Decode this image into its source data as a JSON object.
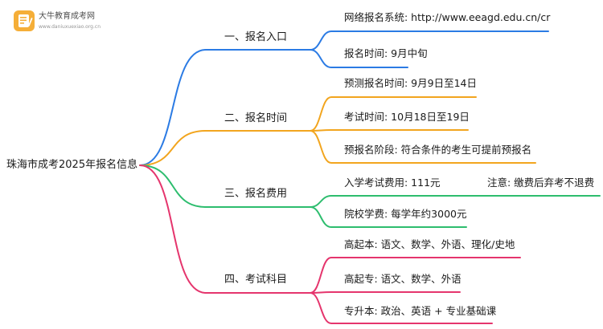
{
  "logo": {
    "name": "大牛教育成考网",
    "url": "www.daniuxuexiao.org.cn",
    "icon": "book-icon",
    "icon_color": "#F5A623"
  },
  "root": {
    "label": "珠海市成考2025年报名信息"
  },
  "branches": [
    {
      "label": "一、报名入口",
      "color": "#2B7BE4",
      "children": [
        {
          "label": "网络报名系统: http://www.eeagd.edu.cn/cr"
        },
        {
          "label": "报名时间: 9月中旬"
        }
      ]
    },
    {
      "label": "二、报名时间",
      "color": "#F2A51E",
      "children": [
        {
          "label": "预测报名时间: 9月9日至14日"
        },
        {
          "label": "考试时间: 10月18日至19日"
        },
        {
          "label": "预报名阶段: 符合条件的考生可提前预报名"
        }
      ]
    },
    {
      "label": "三、报名费用",
      "color": "#2DBD6E",
      "children": [
        {
          "label": "入学考试费用: 111元",
          "note": "注意: 缴费后弃考不退费"
        },
        {
          "label": "院校学费: 每学年约3000元"
        }
      ]
    },
    {
      "label": "四、考试科目",
      "color": "#E5356D",
      "children": [
        {
          "label": "高起本: 语文、数学、外语、理化/史地"
        },
        {
          "label": "高起专: 语文、数学、外语"
        },
        {
          "label": "专升本: 政治、英语 + 专业基础课"
        }
      ]
    }
  ]
}
